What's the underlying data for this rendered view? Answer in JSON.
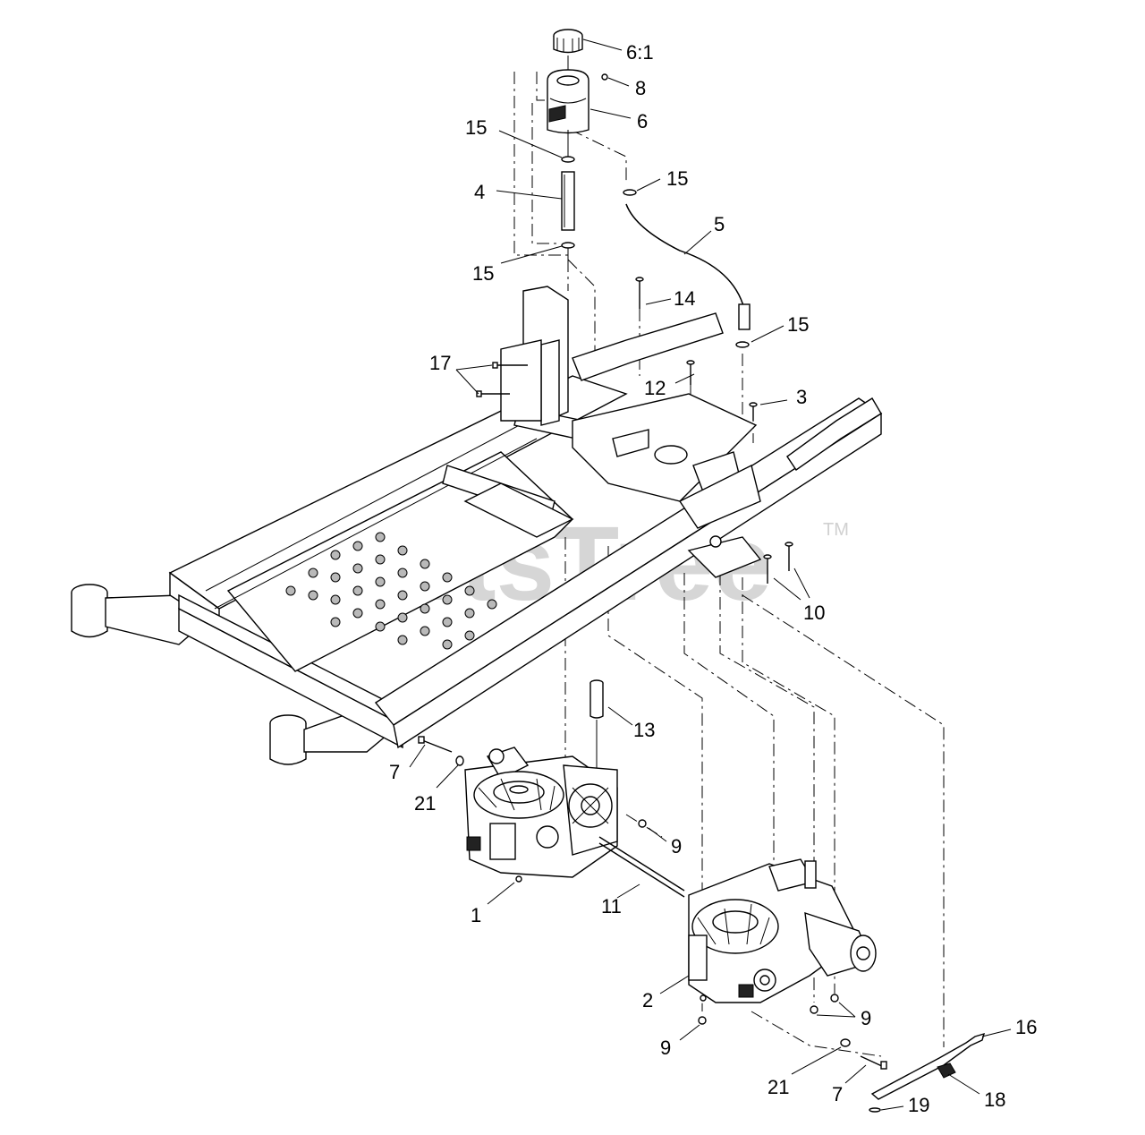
{
  "watermark": {
    "text": "PartsTree",
    "trademark": "TM"
  },
  "callouts": {
    "c6_1": "6:1",
    "c8": "8",
    "c6": "6",
    "c15_a": "15",
    "c15_b": "15",
    "c4": "4",
    "c5": "5",
    "c15_c": "15",
    "c14": "14",
    "c15_d": "15",
    "c17": "17",
    "c12": "12",
    "c3": "3",
    "c10": "10",
    "c13": "13",
    "c7_a": "7",
    "c21_a": "21",
    "c9_a": "9",
    "c1": "1",
    "c11": "11",
    "c2": "2",
    "c9_b": "9",
    "c9_c": "9",
    "c16": "16",
    "c21_b": "21",
    "c7_b": "7",
    "c18": "18",
    "c19": "19"
  }
}
